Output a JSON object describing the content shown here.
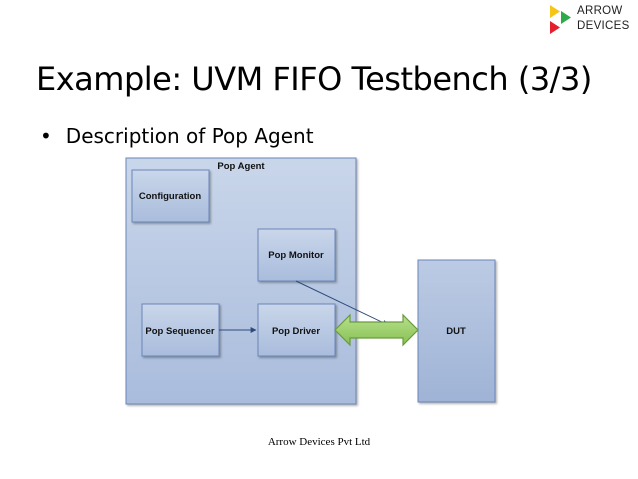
{
  "logo": {
    "line1": "ARROW",
    "line2": "DEVICES",
    "colors": [
      "#f5c518",
      "#2eaa4a",
      "#e5202e"
    ]
  },
  "slide": {
    "title": "Example: UVM FIFO Testbench (3/3)",
    "bullet": "Description of Pop Agent"
  },
  "diagram": {
    "agent_label": "Pop Agent",
    "configuration": "Configuration",
    "monitor": "Pop Monitor",
    "sequencer": "Pop Sequencer",
    "driver": "Pop Driver",
    "dut": "DUT",
    "colors": {
      "box_fill": "#b9c9e2",
      "box_stroke": "#6a86b8",
      "arrow_fill": "#9ed46e",
      "arrow_stroke": "#6a9a3e"
    }
  },
  "footer": "Arrow Devices Pvt Ltd"
}
